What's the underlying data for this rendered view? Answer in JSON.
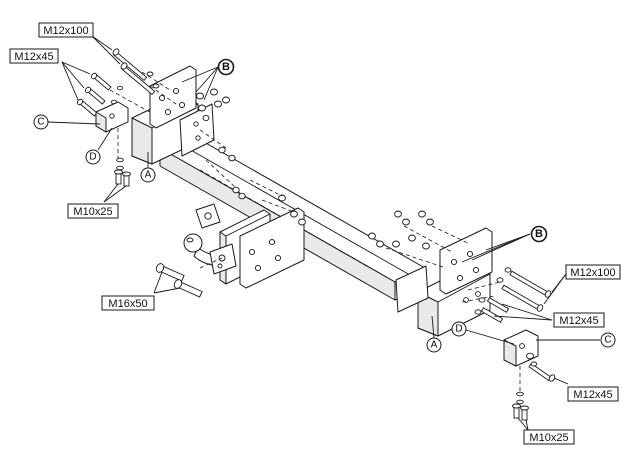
{
  "labels": {
    "m12x100_top": "M12x100",
    "m12x45_top": "M12x45",
    "m10x25_left": "M10x25",
    "m16x50": "M16x50",
    "m12x100_right": "M12x100",
    "m12x45_right_upper": "M12x45",
    "m12x45_right_lower": "M12x45",
    "m10x25_bottom": "M10x25"
  },
  "callouts": {
    "a_left": "A",
    "a_right": "A",
    "b_top": "B",
    "b_right": "B",
    "c_left": "C",
    "c_right": "C",
    "d_left": "D",
    "d_right": "D"
  }
}
